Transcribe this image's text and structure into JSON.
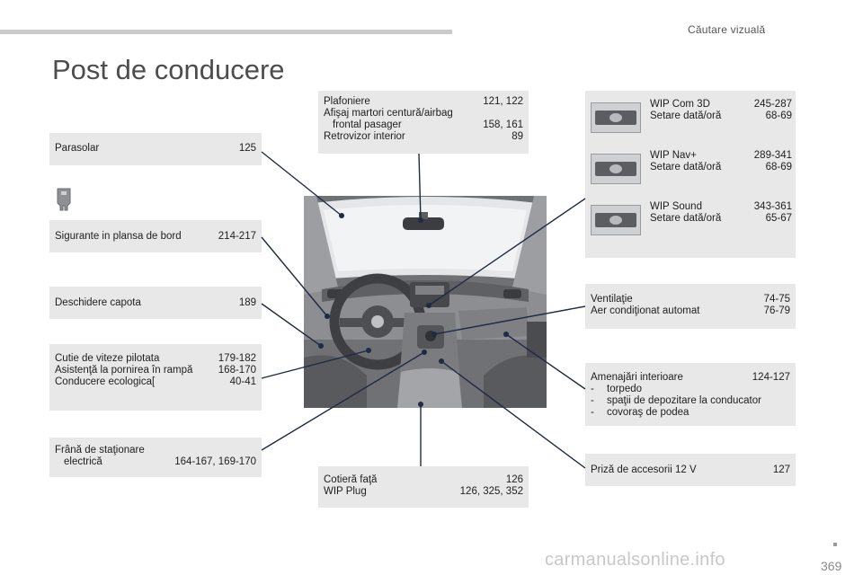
{
  "header": {
    "section": "Căutare vizuală",
    "title": "Post de conducere"
  },
  "boxes": {
    "plafoniere": {
      "rows": [
        {
          "label": "Plafoniere",
          "pages": "121, 122"
        },
        {
          "label": "Afişaj martori centură/airbag",
          "pages": ""
        },
        {
          "label": "frontal pasager",
          "pages": "158, 161"
        },
        {
          "label": "Retrovizor interior",
          "pages": "89"
        }
      ]
    },
    "parasolar": {
      "label": "Parasolar",
      "pages": "125"
    },
    "sigurante": {
      "label": "Sigurante in plansa de bord",
      "pages": "214-217"
    },
    "capota": {
      "label": "Deschidere capota",
      "pages": "189"
    },
    "cutie": {
      "rows": [
        {
          "label": "Cutie de viteze pilotata",
          "pages": "179-182"
        },
        {
          "label": "Asistenţă la pornirea în rampă",
          "pages": "168-170"
        },
        {
          "label": "Conducere ecologica[",
          "pages": "40-41"
        }
      ]
    },
    "frana": {
      "line1": "Frână de staţionare",
      "line2": "electrică",
      "pages": "164-167, 169-170"
    },
    "cotiera": {
      "rows": [
        {
          "label": "Cotieră faţă",
          "pages": "126"
        },
        {
          "label": "WIP Plug",
          "pages": "126, 325, 352"
        }
      ]
    },
    "wip": [
      {
        "name": "WIP Com 3D",
        "pages": "245-287",
        "sub": "Setare dată/oră",
        "sub_pages": "68-69"
      },
      {
        "name": "WIP Nav+",
        "pages": "289-341",
        "sub": "Setare dată/oră",
        "sub_pages": "68-69"
      },
      {
        "name": "WIP Sound",
        "pages": "343-361",
        "sub": "Setare dată/oră",
        "sub_pages": "65-67"
      }
    ],
    "ventilatie": {
      "rows": [
        {
          "label": "Ventilaţie",
          "pages": "74-75"
        },
        {
          "label": "Aer condiţionat automat",
          "pages": "76-79"
        }
      ]
    },
    "amenajari": {
      "label": "Amenajări interioare",
      "pages": "124-127",
      "bullets": [
        "torpedo",
        "spaţii de depozitare la conducator",
        "covoraş de podea"
      ]
    },
    "priza": {
      "label": "Priză de accesorii 12 V",
      "pages": "127"
    }
  },
  "footer": {
    "page": "369",
    "watermark": "carmanualsonline.info"
  },
  "colors": {
    "box_bg": "#e8e8e9",
    "line": "#1f2a44",
    "title": "#4d4d4f",
    "bar": "#c9cacc"
  }
}
